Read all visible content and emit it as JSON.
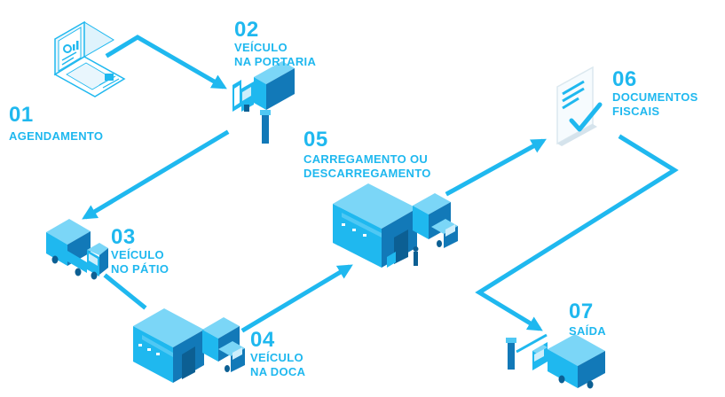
{
  "steps": [
    {
      "id": "01",
      "num": "01",
      "lines": [
        "AGENDAMENTO"
      ]
    },
    {
      "id": "02",
      "num": "02",
      "lines": [
        "VEÍCULO",
        "NA PORTARIA"
      ]
    },
    {
      "id": "03",
      "num": "03",
      "lines": [
        "VEÍCULO",
        "NO PÁTIO"
      ]
    },
    {
      "id": "04",
      "num": "04",
      "lines": [
        "VEÍCULO",
        "NA DOCA"
      ]
    },
    {
      "id": "05",
      "num": "05",
      "lines": [
        "CARREGAMENTO OU",
        "DESCARREGAMENTO"
      ]
    },
    {
      "id": "06",
      "num": "06",
      "lines": [
        "DOCUMENTOS",
        "FISCAIS"
      ]
    },
    {
      "id": "07",
      "num": "07",
      "lines": [
        "SAÍDA"
      ]
    }
  ],
  "colors": {
    "accent": "#1fb8ef",
    "light": "#4fc8f4",
    "dark": "#1279b8",
    "deep": "#0c5f93",
    "text": "#1fb8ef"
  },
  "icons": [
    "laptop-icon",
    "gate-truck-icon",
    "truck-icon",
    "warehouse-truck-icon",
    "warehouse-truck-icon",
    "document-check-icon",
    "exit-truck-icon"
  ]
}
